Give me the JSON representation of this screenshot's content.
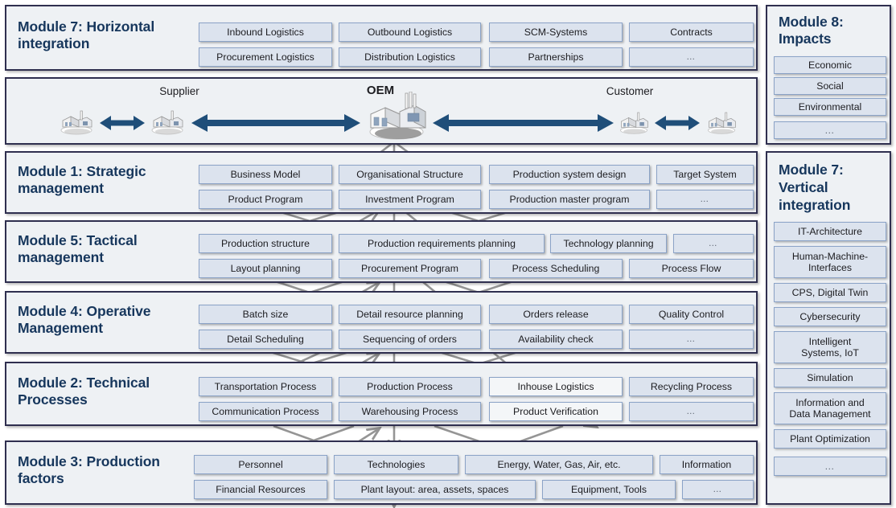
{
  "colors": {
    "panel_bg": "#eef1f4",
    "panel_border": "#2f2f4f",
    "chip_bg": "#dce3ee",
    "chip_bg_light": "#f4f6f8",
    "chip_border": "#8ba3c7",
    "title_text": "#16365c",
    "arrow_blue": "#1f4e79",
    "mesh_gray": "#8d8d8d"
  },
  "rows": [
    {
      "id": "module-7-horizontal",
      "title": "Module 7: Horizontal\nintegration",
      "chips_top": [
        "Inbound Logistics",
        "Outbound Logistics",
        "SCM-Systems",
        "Contracts"
      ],
      "chips_bottom": [
        "Procurement Logistics",
        "Distribution Logistics",
        "Partnerships",
        "…"
      ]
    },
    {
      "id": "module-1-strategic",
      "title": "Module 1: Strategic\nmanagement",
      "chips_top": [
        "Business Model",
        "Organisational Structure",
        "Production system design",
        "Target System"
      ],
      "chips_bottom": [
        "Product Program",
        "Investment Program",
        "Production master program",
        "…"
      ]
    },
    {
      "id": "module-5-tactical",
      "title": "Module 5: Tactical\nmanagement",
      "chips_top": [
        "Production structure",
        "Production requirements planning",
        "Technology planning",
        "…"
      ],
      "chips_bottom": [
        "Layout planning",
        "Procurement Program",
        "Process Scheduling",
        "Process Flow"
      ]
    },
    {
      "id": "module-4-operative",
      "title": "Module 4: Operative\nManagement",
      "chips_top": [
        "Batch size",
        "Detail resource planning",
        "Orders release",
        "Quality Control"
      ],
      "chips_bottom": [
        "Detail Scheduling",
        "Sequencing of orders",
        "Availability check",
        "…"
      ]
    },
    {
      "id": "module-2-technical",
      "title": "Module 2: Technical\nProcesses",
      "chips_top": [
        "Transportation Process",
        "Production Process",
        "Inhouse Logistics",
        "Recycling Process"
      ],
      "chips_bottom": [
        "Communication Process",
        "Warehousing Process",
        "Product Verification",
        "…"
      ]
    },
    {
      "id": "module-3-production-factors",
      "title": "Module 3: Production\nfactors",
      "chips_top": [
        "Personnel",
        "Technologies",
        "Energy, Water, Gas, Air, etc.",
        "Information"
      ],
      "chips_bottom": [
        "Financial Resources",
        "Plant layout: area, assets, spaces",
        "Equipment, Tools",
        "…"
      ]
    }
  ],
  "supply_chain": {
    "labels": [
      {
        "text": "Supplier",
        "strong": false
      },
      {
        "text": "OEM",
        "strong": true
      },
      {
        "text": "Customer",
        "strong": false
      }
    ],
    "nodes": [
      "factory-small",
      "factory-small",
      "factory-large",
      "factory-small",
      "factory-small"
    ],
    "arrows": [
      "double-arrow",
      "double-arrow",
      "double-arrow",
      "double-arrow"
    ]
  },
  "module_8": {
    "title": "Module 8:\nImpacts",
    "items": [
      "Economic",
      "Social",
      "Environmental",
      "…"
    ]
  },
  "module_7_vertical": {
    "title": "Module 7:\nVertical\nintegration",
    "items": [
      "IT-Architecture",
      "Human-Machine-\nInterfaces",
      "CPS, Digital Twin",
      "Cybersecurity",
      "Intelligent\nSystems, IoT",
      "Simulation",
      "Information and\nData Management",
      "Plant Optimization",
      "…"
    ]
  }
}
